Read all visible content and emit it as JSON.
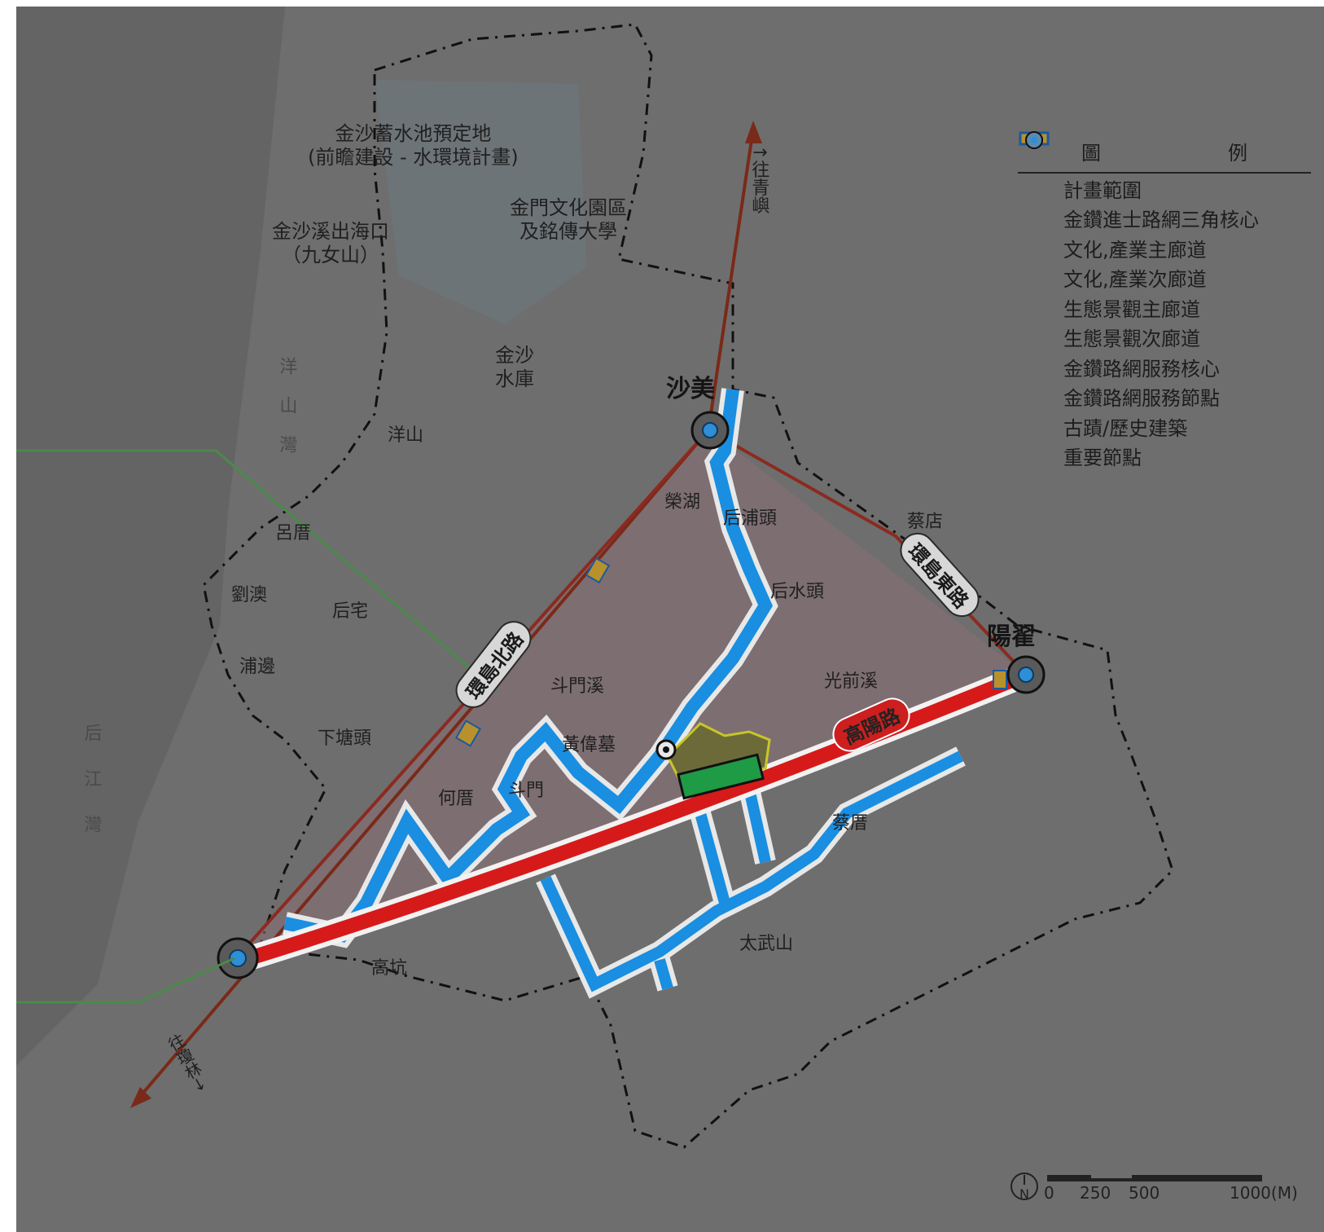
{
  "map": {
    "places": {
      "reservoir_title": "金沙蓄水池預定地\n(前瞻建設 - 水環境計畫)",
      "estuary": "金沙溪出海口\n（九女山）",
      "culture_park": "金門文化園區\n及銘傳大學",
      "jinsha_reservoir": "金沙\n水庫",
      "shamei": "沙美",
      "yangzhai": "陽翟",
      "yangshan": "洋山",
      "lucuo": "呂厝",
      "liuao": "劉澳",
      "houzhai": "后宅",
      "pubian": "浦邊",
      "xiatangtou": "下塘頭",
      "rongtu": "榮湖",
      "houputou": "后浦頭",
      "caidian": "蔡店",
      "houshuitou": "后水頭",
      "doumenxi": "斗門溪",
      "guangqianxi": "光前溪",
      "huangwei_tomb": "黃偉墓",
      "hecuo": "何厝",
      "doumen": "斗門",
      "caicuo": "蔡厝",
      "taiwushan": "太武山",
      "gaokeng": "高坑",
      "yangshan_bay": "洋山灣",
      "houjiang_bay": "后江灣",
      "to_qingyu": "↑往青嶼",
      "to_guanglin": "往瓊林→"
    },
    "roads": {
      "north": "環島北路",
      "east": "環島東路",
      "gaoyang": "高陽路"
    },
    "colors": {
      "base": "#6e6e6e",
      "triangle": "#8a6f76",
      "boundary": "#111111",
      "main_corridor": "#d61a1a",
      "secondary_corridor": "#1a8ee0",
      "axis_road": "#7a2a18",
      "service_core": "#1f9a45",
      "service_node": "#b8912c"
    }
  },
  "legend": {
    "title_left": "圖",
    "title_right": "例",
    "items": [
      {
        "icon": "plan-boundary-icon",
        "label": "計畫範圍"
      },
      {
        "icon": "triangle-core-icon",
        "label": "金鑽進士路網三角核心"
      },
      {
        "icon": "culture-main-corridor-icon",
        "label": "文化,產業主廊道"
      },
      {
        "icon": "culture-secondary-corridor-icon",
        "label": "文化,產業次廊道"
      },
      {
        "icon": "eco-main-corridor-icon",
        "label": "生態景觀主廊道"
      },
      {
        "icon": "eco-secondary-corridor-icon",
        "label": "生態景觀次廊道"
      },
      {
        "icon": "service-core-icon",
        "label": "金鑽路網服務核心"
      },
      {
        "icon": "service-node-icon",
        "label": "金鑽路網服務節點"
      },
      {
        "icon": "historic-site-icon",
        "label": "古蹟/歷史建築"
      },
      {
        "icon": "important-node-icon",
        "label": "重要節點"
      }
    ]
  },
  "scale": {
    "north": "N",
    "ticks": [
      "0",
      "250",
      "500",
      "1000(M)"
    ]
  }
}
